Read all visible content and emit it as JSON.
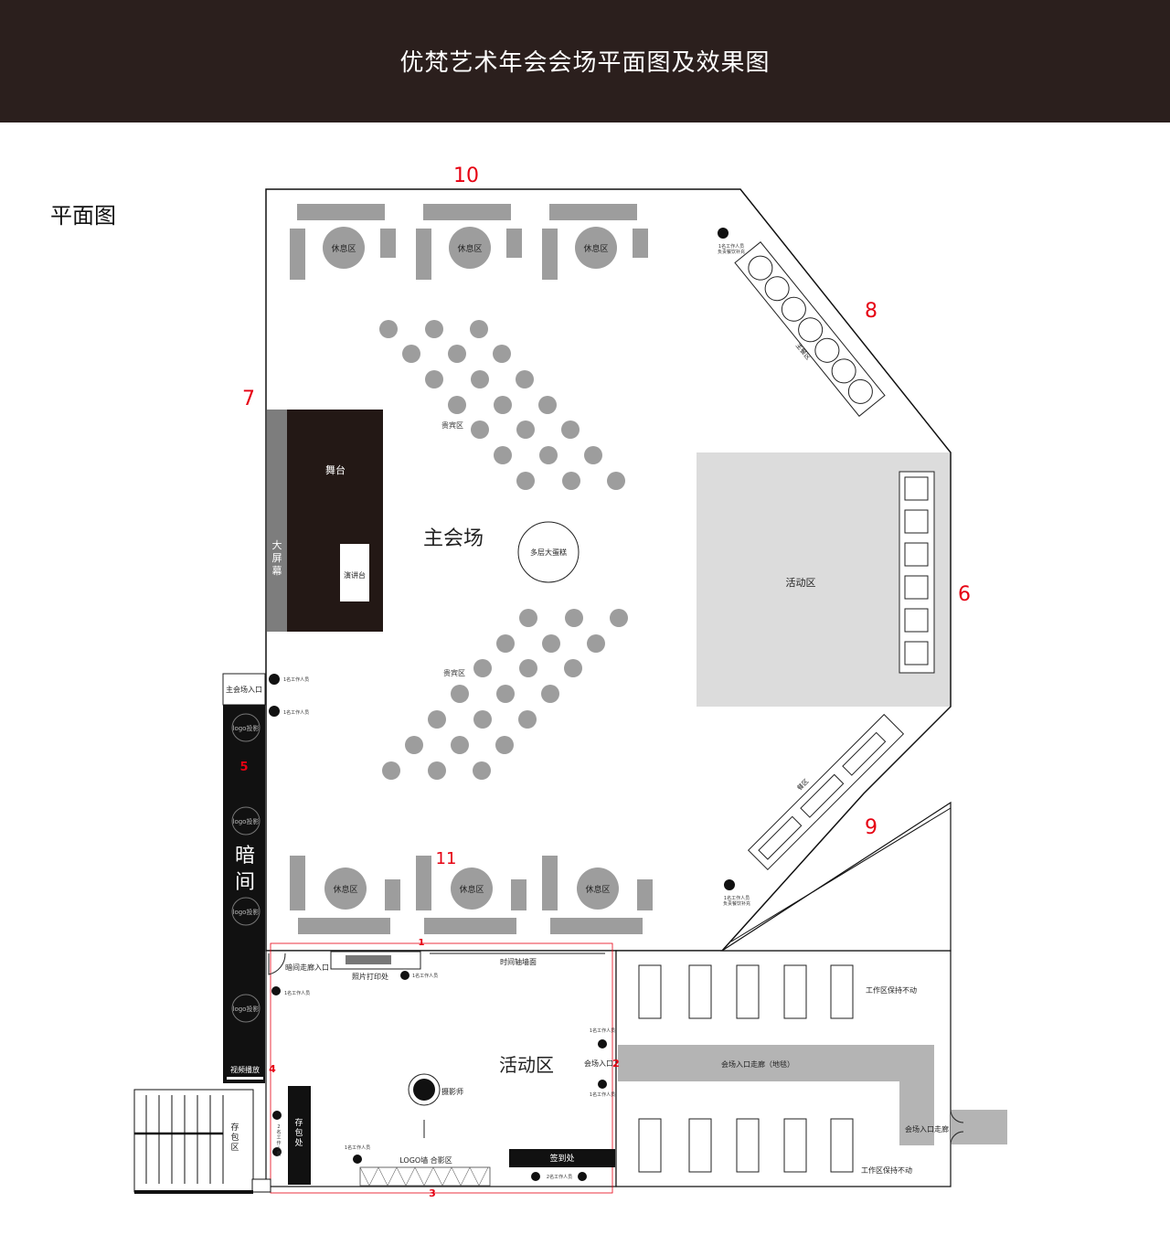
{
  "header": {
    "title": "优梵艺术年会会场平面图及效果图"
  },
  "section_title": "平面图",
  "colors": {
    "header_bg": "#2b1f1d",
    "gray": "#9d9d9d",
    "light_gray": "#dcdcdc",
    "red": "#e60012"
  },
  "plan": {
    "main_hall": "主会场",
    "stage": "舞台",
    "big_screen": [
      "大",
      "屏",
      "幕"
    ],
    "podium": "演讲台",
    "cake": "多层大蛋糕",
    "vip_zone": "贵宾区",
    "rest_zone": "休息区",
    "activity_zone": "活动区",
    "hostess_zone": "主餐区",
    "dining_zone": "餐区",
    "staff_1": "1名工作人员",
    "staff_food_a": "1名工作人员",
    "staff_food_b": "负责餐饮补充",
    "main_entrance": "主会场入口",
    "logo_projection": "logo投影",
    "dark_room": [
      "暗",
      "间"
    ],
    "video_play": "视频播放",
    "dark_corridor_entrance": "暗间走廊入口",
    "photo_print": "照片打印处",
    "timeline_wall": "时间轴墙面",
    "lobby_activity_zone": "活动区",
    "venue_entrance": "会场入口",
    "photographer": "摄影师",
    "logo_wall": "LOGO墙 合影区",
    "sign_in": "签到处",
    "storage": [
      "存",
      "包",
      "区"
    ],
    "storage_point": [
      "存",
      "包",
      "处"
    ],
    "staff_2": [
      "2",
      "名",
      "工",
      "作",
      "人",
      "员"
    ],
    "staff_2_inline": "2名工作人员",
    "work_zone_keep": "工作区保持不动",
    "corridor_carpet": "会场入口走廊（地毯）",
    "corridor_entrance": "会场入口走廊",
    "markers": {
      "m10": "10",
      "m8": "8",
      "m7": "7",
      "m6": "6",
      "m9": "9",
      "m11": "11",
      "m5": "5",
      "m1": "1",
      "m2": "2",
      "m3": "3",
      "m4": "4"
    }
  }
}
